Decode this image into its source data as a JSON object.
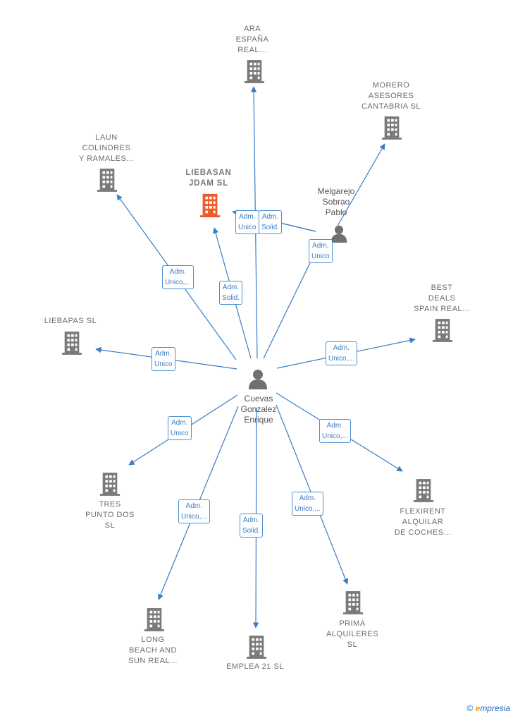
{
  "colors": {
    "edge": "#3a7cc6",
    "building": "#7a7a7a",
    "focus_building": "#f05a28",
    "person": "#707070"
  },
  "center": {
    "name": "Cuevas\nGonzalez\nEnrique",
    "icon": "person-icon"
  },
  "secondary_person": {
    "name": "Melgarejo\nSobrao\nPablo",
    "icon": "person-icon"
  },
  "companies": [
    {
      "id": "ara",
      "name": "ARA\nESPAÑA\nREAL...",
      "icon": "building-icon"
    },
    {
      "id": "morero",
      "name": "MORERO\nASESORES\nCANTABRIA  SL",
      "icon": "building-icon"
    },
    {
      "id": "laun",
      "name": "LAUN\nCOLINDRES\nY RAMALES...",
      "icon": "building-icon"
    },
    {
      "id": "liebasan",
      "name": "LIEBASAN\nJDAM  SL",
      "icon": "building-icon",
      "focus": true
    },
    {
      "id": "best",
      "name": "BEST\nDEALS\nSPAIN REAL...",
      "icon": "building-icon"
    },
    {
      "id": "liebapas",
      "name": "LIEBAPAS SL",
      "icon": "building-icon"
    },
    {
      "id": "tres",
      "name": "TRES\nPUNTO DOS\nSL",
      "icon": "building-icon"
    },
    {
      "id": "flexirent",
      "name": "FLEXIRENT\nALQUILAR\nDE COCHES...",
      "icon": "building-icon"
    },
    {
      "id": "long",
      "name": "LONG\nBEACH AND\nSUN REAL...",
      "icon": "building-icon"
    },
    {
      "id": "emplea",
      "name": "EMPLEA 21  SL",
      "icon": "building-icon"
    },
    {
      "id": "prima",
      "name": "PRIMA\nALQUILERES\nSL",
      "icon": "building-icon"
    }
  ],
  "edges": [
    {
      "from": "center",
      "to": "ara",
      "label": ""
    },
    {
      "from": "center",
      "to": "laun",
      "label": "Adm.\nUnico,..."
    },
    {
      "from": "center",
      "to": "liebasan",
      "label": "Adm.\nSolid."
    },
    {
      "from": "center",
      "to": "melgarejo",
      "label": "Adm.\nUnico"
    },
    {
      "from": "melgarejo",
      "to": "morero",
      "label": ""
    },
    {
      "from": "melgarejo",
      "to": "liebasan",
      "label": "Adm.\nUnico"
    },
    {
      "from": "melgarejo",
      "to": "liebasan",
      "label": "Adm.\nSolid."
    },
    {
      "from": "center",
      "to": "best",
      "label": "Adm.\nUnico,..."
    },
    {
      "from": "center",
      "to": "liebapas",
      "label": "Adm.\nUnico"
    },
    {
      "from": "center",
      "to": "tres",
      "label": "Adm.\nUnico"
    },
    {
      "from": "center",
      "to": "flexirent",
      "label": "Adm.\nUnico,..."
    },
    {
      "from": "center",
      "to": "long",
      "label": "Adm.\nUnico,..."
    },
    {
      "from": "center",
      "to": "emplea",
      "label": "Adm.\nSolid."
    },
    {
      "from": "center",
      "to": "prima",
      "label": "Adm.\nUnico,..."
    }
  ],
  "footer": {
    "copyright": "©",
    "brand_first": "e",
    "brand_rest": "mpresia"
  }
}
